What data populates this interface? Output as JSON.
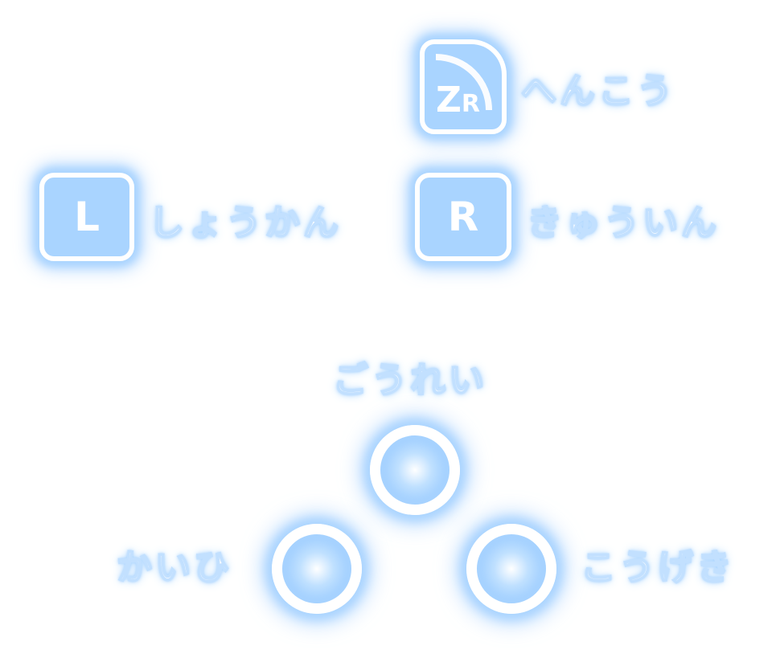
{
  "controls": {
    "zr": {
      "key_main": "Z",
      "key_sub": "R",
      "label": "へんこう"
    },
    "l": {
      "key": "L",
      "label": "しょうかん"
    },
    "r": {
      "key": "R",
      "label": "きゅういん"
    }
  },
  "actions": {
    "top": {
      "label": "ごうれい"
    },
    "left": {
      "label": "かいひ"
    },
    "right": {
      "label": "こうげき"
    }
  },
  "colors": {
    "glow": "#a9d4ff",
    "stroke": "#ffffff",
    "fill": "#a9d4ff"
  }
}
